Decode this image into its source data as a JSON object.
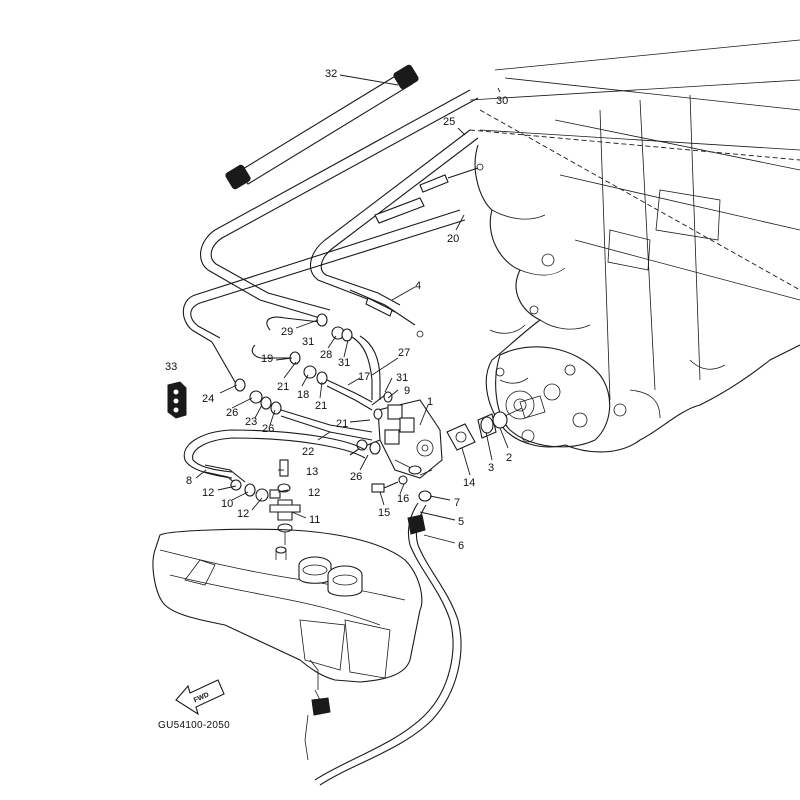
{
  "diagram": {
    "reference_code": "GU54100-2050",
    "direction_label": "FWD",
    "callouts": {
      "c32": "32",
      "c30": "30",
      "c25": "25",
      "c20": "20",
      "c4": "4",
      "c29": "29",
      "c31a": "31",
      "c28": "28",
      "c31b": "31",
      "c27": "27",
      "c19": "19",
      "c21a": "21",
      "c18": "18",
      "c17": "17",
      "c31c": "31",
      "c9": "9",
      "c21b": "21",
      "c1": "1",
      "c33": "33",
      "c24": "24",
      "c26a": "26",
      "c23": "23",
      "c26b": "26",
      "c21c": "21",
      "c22": "22",
      "c3": "3",
      "c2": "2",
      "c14": "14",
      "c26c": "26",
      "c13": "13",
      "c8": "8",
      "c12a": "12",
      "c12b": "12",
      "c10": "10",
      "c12c": "12",
      "c16": "16",
      "c7": "7",
      "c15": "15",
      "c11": "11",
      "c5": "5",
      "c6": "6"
    }
  }
}
